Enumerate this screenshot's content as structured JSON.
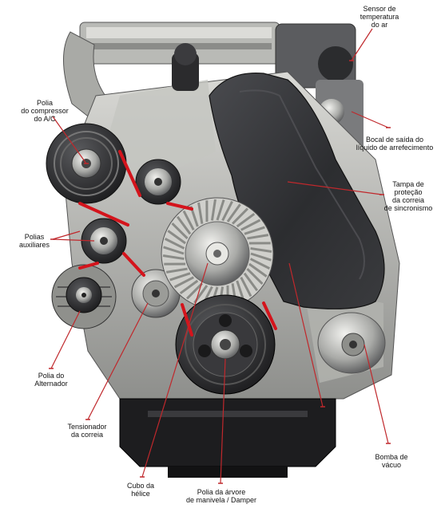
{
  "labels": {
    "sensor_temp_ar": "Sensor de\ntemperatura\ndo ar",
    "polia_compressor": "Polia\ndo compressor\ndo A/C",
    "bocal_saida": "Bocal de saída do\nlíquido de arrefecimento",
    "tampa_protecao": "Tampa de\nproteção\nda correia\nde sincronismo",
    "polias_auxiliares": "Polias\nauxiliares",
    "polia_alternador": "Polia do\nAlternador",
    "tensionador": "Tensionador\nda correia",
    "bomba_vacuo": "Bomba de\nvácuo",
    "cubo_helice": "Cubo da\nhélice",
    "polia_arvore": "Polia da árvore\nde manivela / Damper"
  },
  "colors": {
    "leader_line": "#c0282c",
    "belt": "#d4141c",
    "engine_dark": "#2a2a2c",
    "engine_mid": "#6e6f72",
    "engine_light": "#c9c9c6",
    "cover_black": "#2f3033"
  }
}
